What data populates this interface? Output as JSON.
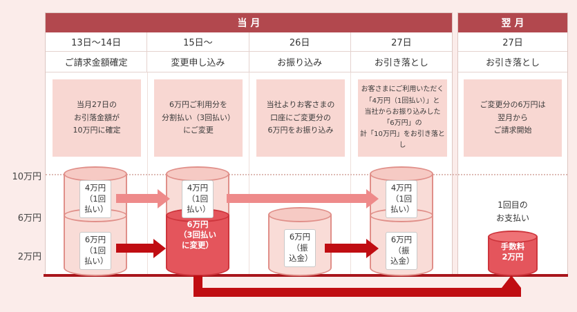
{
  "headers": {
    "current_month": "当月",
    "next_month": "翌月"
  },
  "columns": [
    {
      "date": "13日～14日",
      "event": "ご請求金額確定",
      "description": "当月27日の\nお引落金額が\n10万円に確定"
    },
    {
      "date": "15日～",
      "event": "変更申し込み",
      "description": "6万円ご利用分を\n分割払い（3回払い）\nにご変更"
    },
    {
      "date": "26日",
      "event": "お振り込み",
      "description": "当社よりお客さまの\n口座にご変更分の\n6万円をお振り込み"
    },
    {
      "date": "27日",
      "event": "お引き落とし",
      "description": "お客さまにご利用いただく\n「4万円（1回払い）」と\n当社からお振り込みした\n「6万円」の\n計「10万円」をお引き落とし"
    },
    {
      "date": "27日",
      "event": "お引き落とし",
      "description": "ご変更分の6万円は\n翌月から\nご請求開始"
    }
  ],
  "y_axis": {
    "labels": [
      "10万円",
      "6万円",
      "2万円"
    ]
  },
  "cylinders": {
    "col1": {
      "top": "4万円\n（1回払い）",
      "bottom": "6万円\n（1回払い）"
    },
    "col2": {
      "top": "4万円\n（1回払い）",
      "bottom": "6万円\n（3回払い\nに変更）"
    },
    "col3": {
      "label": "6万円\n（振込金）"
    },
    "col4": {
      "top": "4万円\n（1回払い）",
      "bottom": "6万円\n（振込金）"
    },
    "col5": {
      "label": "手数料\n2万円",
      "note": "1回目の\nお支払い"
    }
  },
  "colors": {
    "background": "#fbecea",
    "header": "#b2484e",
    "pink_box": "#f8d7d2",
    "salmon_arrow": "#ee8a8a",
    "dark_red_arrow": "#c00d12",
    "red_fill": "#e4555c",
    "baseline": "#a8151b"
  }
}
